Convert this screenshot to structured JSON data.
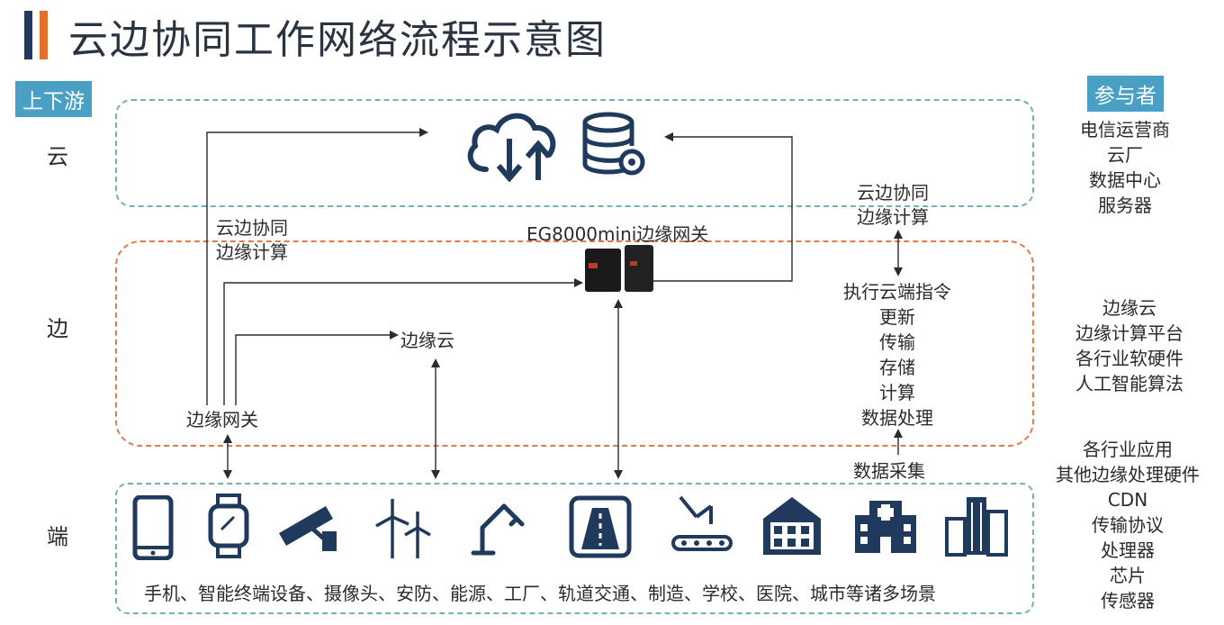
{
  "title": "云边协同工作网络流程示意图",
  "left_tag": "上下游",
  "right_tag": "参与者",
  "layers": {
    "cloud": "云",
    "edge": "边",
    "end": "端"
  },
  "participants": {
    "cloud": [
      "电信运营商",
      "云厂",
      "数据中心",
      "服务器"
    ],
    "edge": [
      "边缘云",
      "边缘计算平台",
      "各行业软硬件",
      "人工智能算法"
    ],
    "end": [
      "各行业应用",
      "其他边缘处理硬件",
      "CDN",
      "传输协议",
      "处理器",
      "芯片",
      "传感器"
    ]
  },
  "labels": {
    "collab_left": [
      "云边协同",
      "边缘计算"
    ],
    "collab_right": [
      "云边协同",
      "边缘计算"
    ],
    "gateway_device": "EG8000mini边缘网关",
    "edge_cloud": "边缘云",
    "edge_gateway": "边缘网关",
    "edge_tasks": [
      "执行云端指令",
      "更新",
      "传输",
      "存储",
      "计算",
      "数据处理"
    ],
    "data_collect": "数据采集",
    "devices_caption": "手机、智能终端设备、摄像头、安防、能源、工厂、轨道交通、制造、学校、医院、城市等诸多场景"
  },
  "icons": [
    "cloud-sync-icon",
    "database-gear-icon",
    "gateway-device-icon",
    "phone-icon",
    "smartwatch-icon",
    "camera-icon",
    "wind-turbine-icon",
    "robot-arm-icon",
    "highway-icon",
    "manufacturing-icon",
    "school-icon",
    "hospital-icon",
    "city-buildings-icon"
  ],
  "colors": {
    "accent_blue": "#4a9fc4",
    "icon_navy": "#1f3a5c",
    "edge_orange": "#e07b4a",
    "teal_dash": "#6fb3b6",
    "title_orange": "#e0702c"
  }
}
